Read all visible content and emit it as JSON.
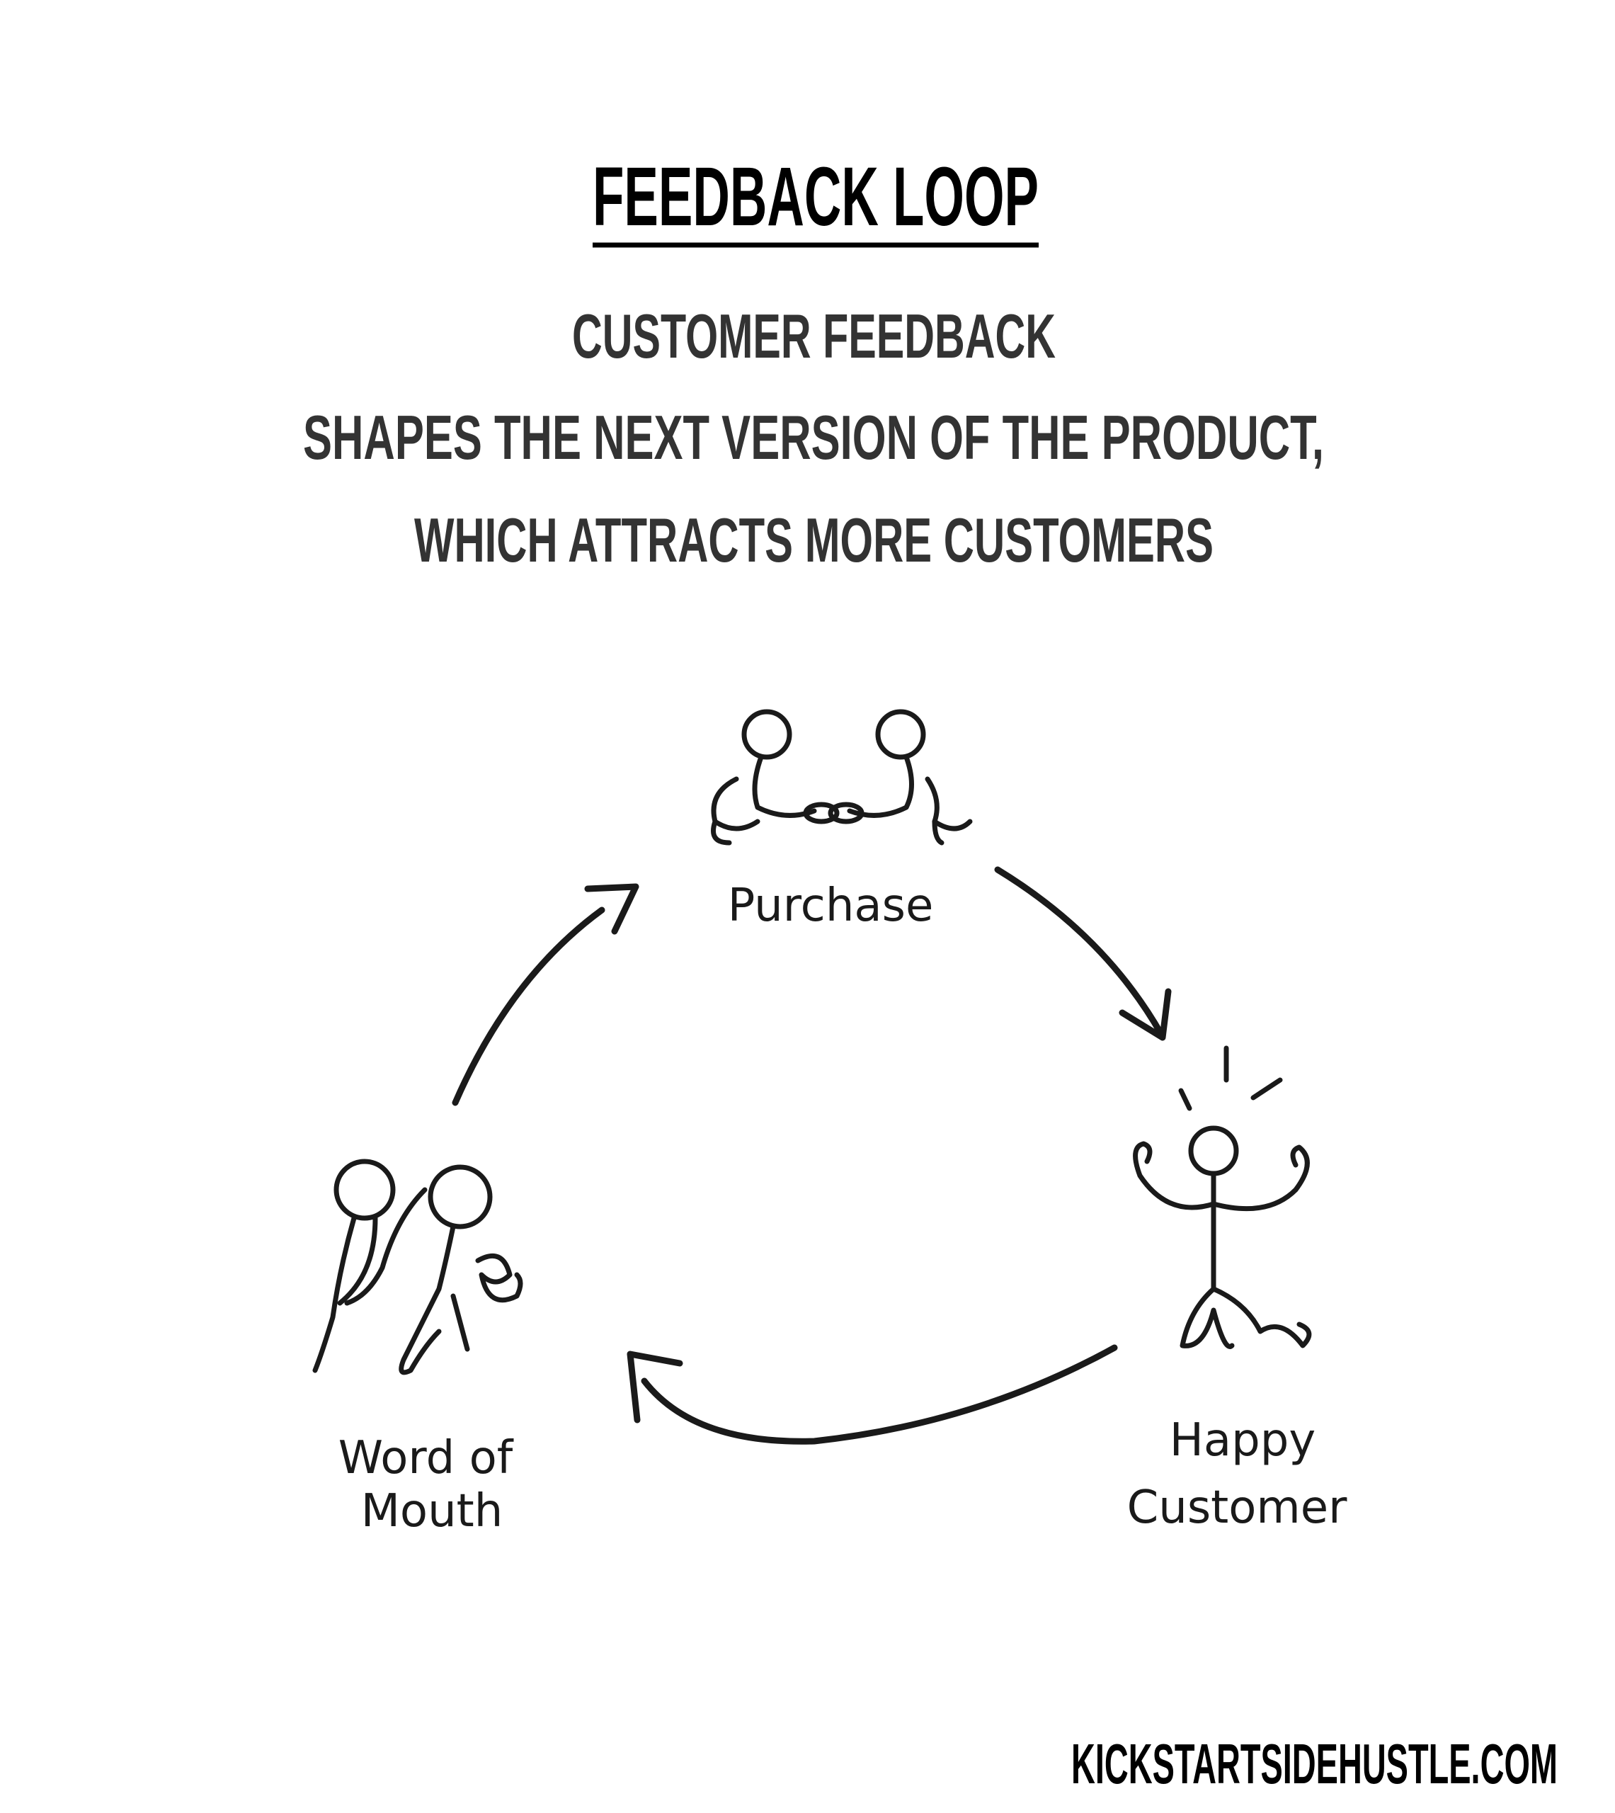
{
  "title": "FEEDBACK LOOP",
  "subtitle": {
    "line1": "CUSTOMER FEEDBACK",
    "line2": "SHAPES THE NEXT VERSION OF THE PRODUCT,",
    "line3": "WHICH ATTRACTS MORE CUSTOMERS"
  },
  "nodes": {
    "purchase": "Purchase",
    "happy_customer_line1": "Happy",
    "happy_customer_line2": "Customer",
    "word_of_mouth_line1": "Word of",
    "word_of_mouth_line2": "Mouth"
  },
  "footer": "KICKSTARTSIDEHUSTLE.COM"
}
